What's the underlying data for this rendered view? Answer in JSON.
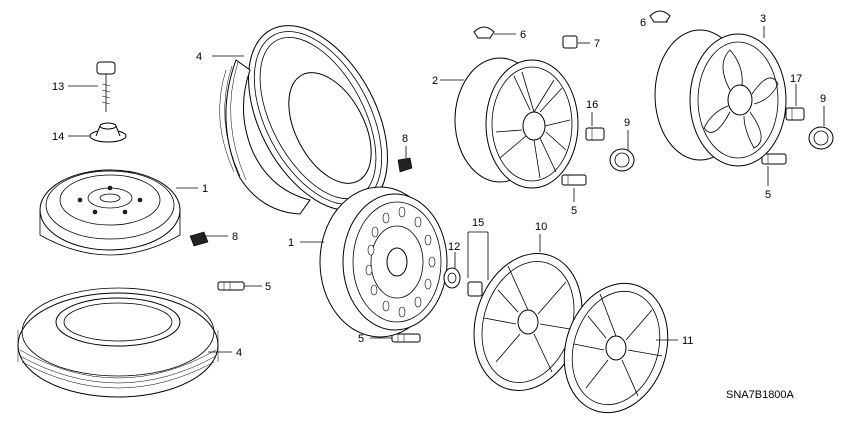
{
  "diagram_code": "SNA7B1800A",
  "callouts": {
    "c1a": "1",
    "c1b": "1",
    "c2": "2",
    "c3": "3",
    "c4a": "4",
    "c4b": "4",
    "c5a": "5",
    "c5b": "5",
    "c5c": "5",
    "c5d": "5",
    "c6a": "6",
    "c6b": "6",
    "c7": "7",
    "c8a": "8",
    "c8b": "8",
    "c9a": "9",
    "c9b": "9",
    "c10": "10",
    "c11": "11",
    "c12": "12",
    "c13": "13",
    "c14": "14",
    "c15": "15",
    "c16": "16",
    "c17": "17"
  }
}
